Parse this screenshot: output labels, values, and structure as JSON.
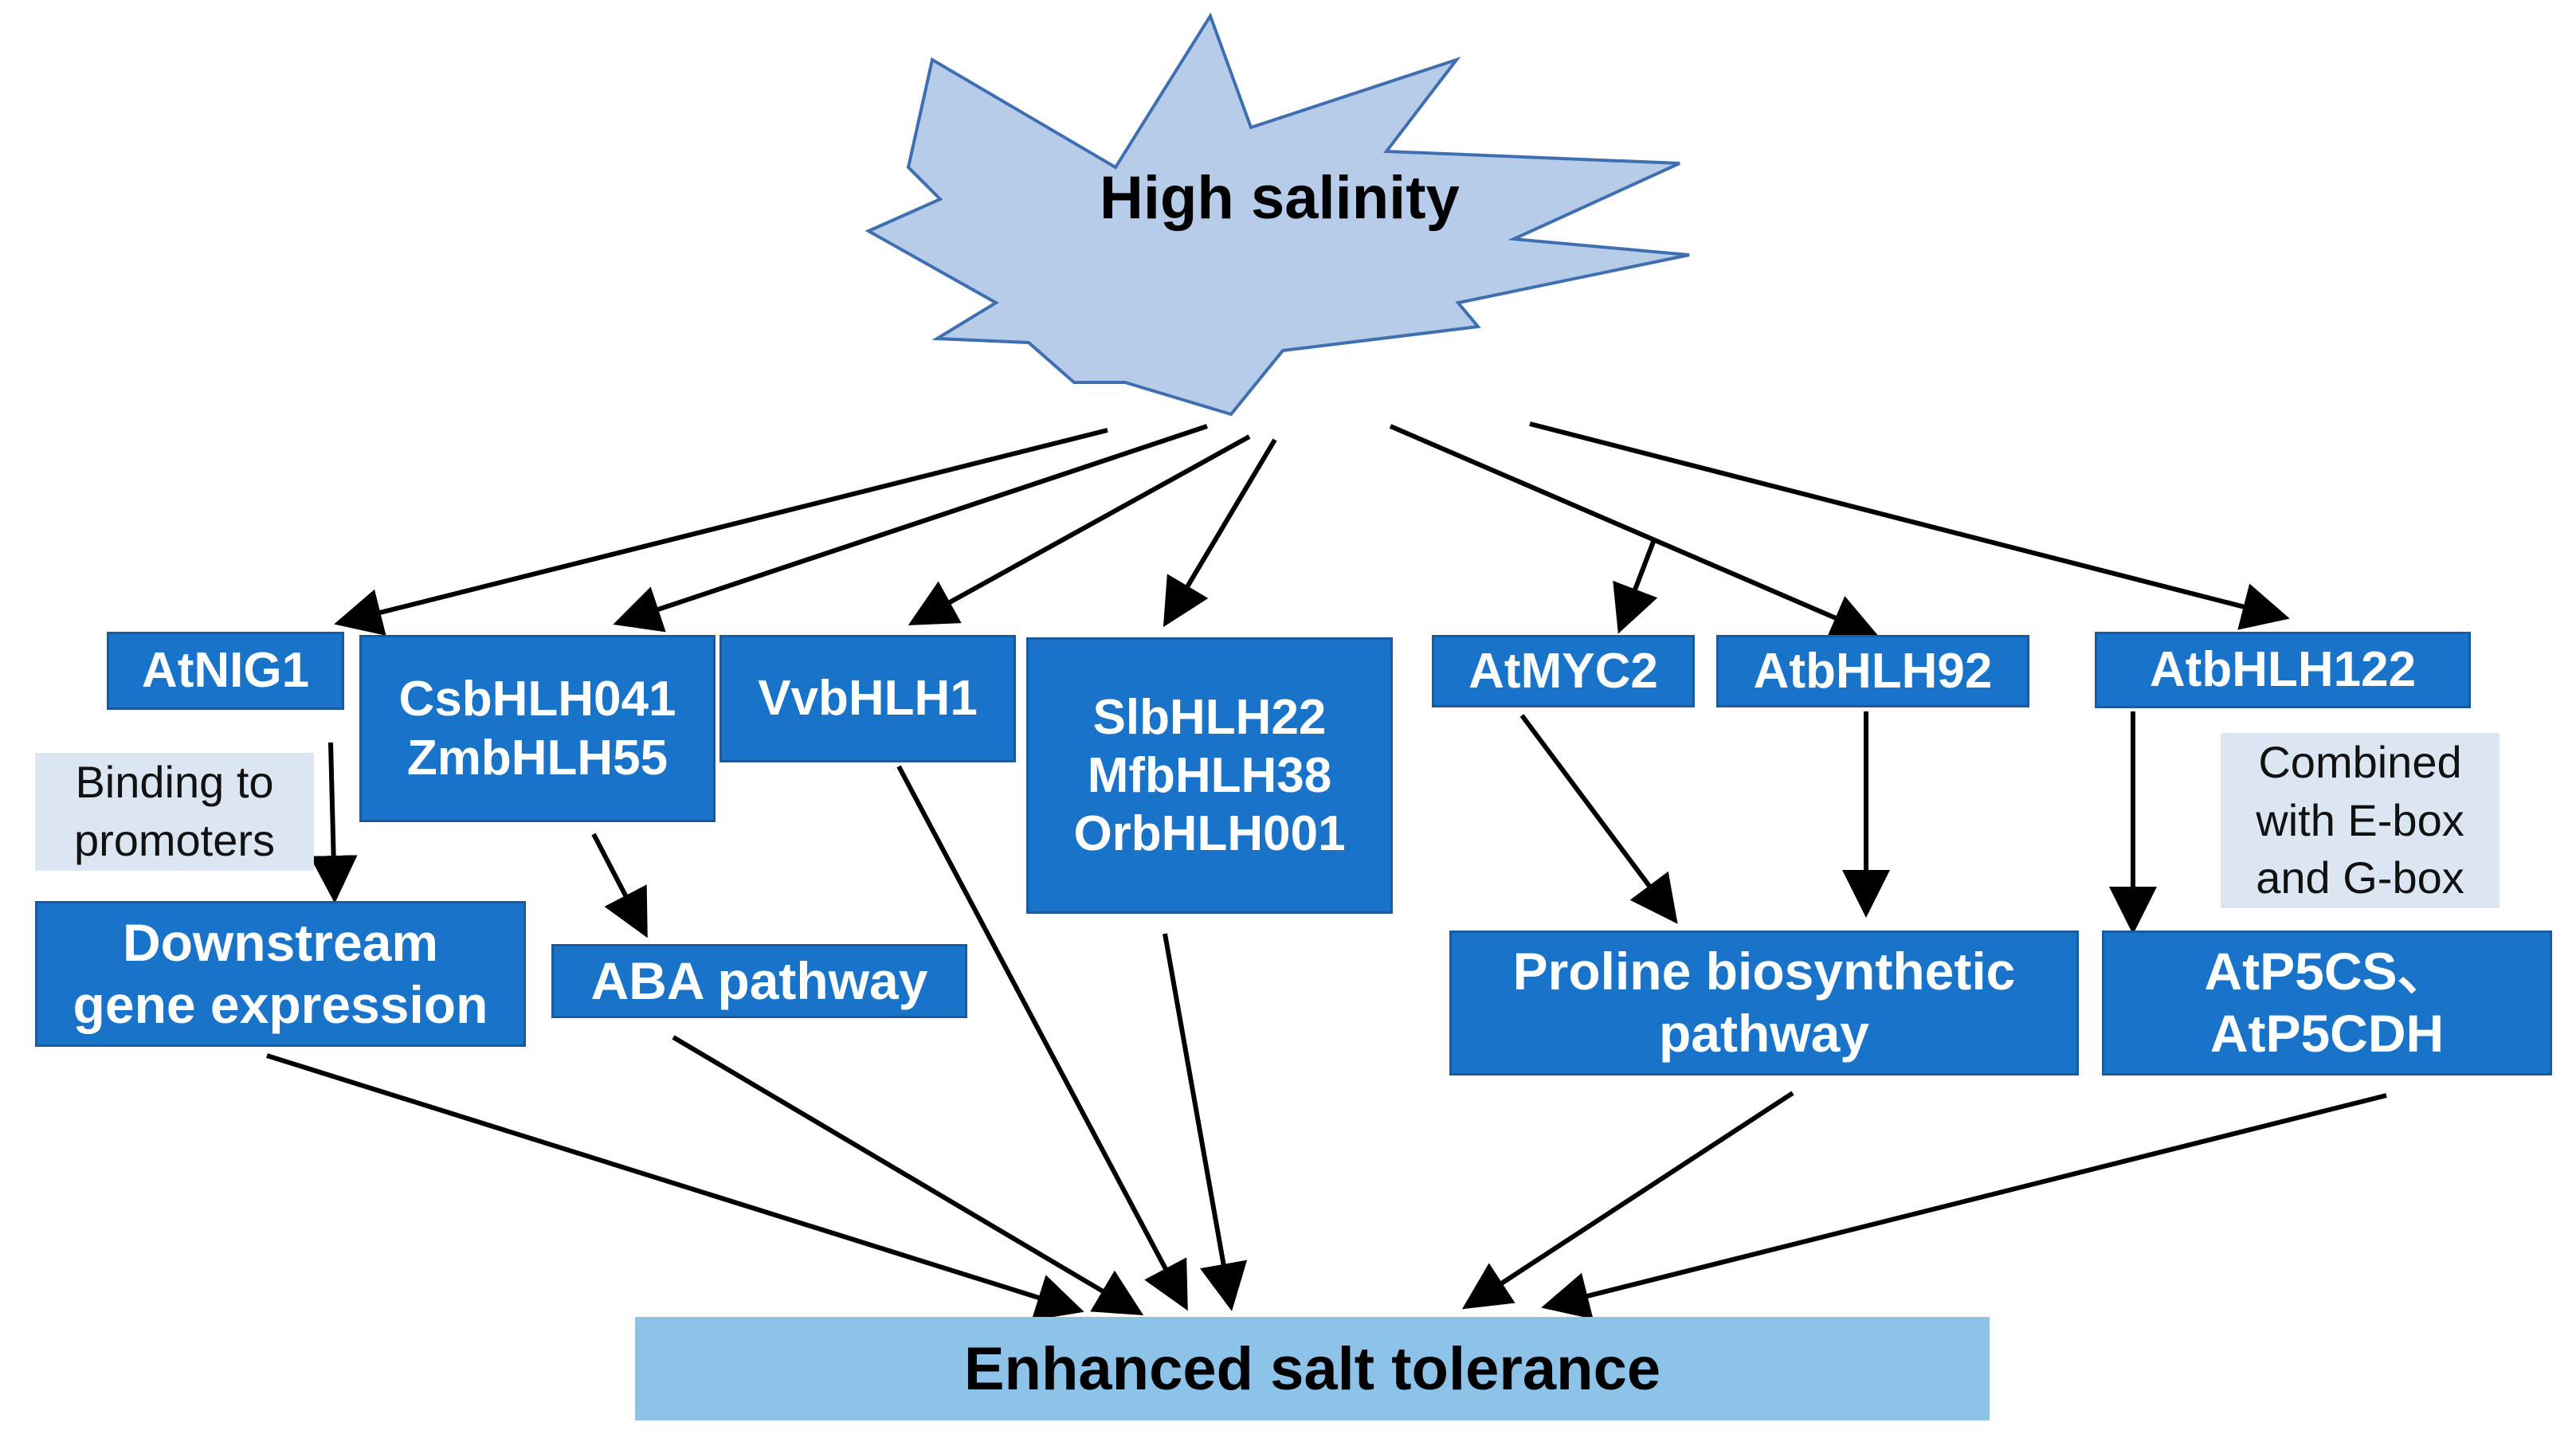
{
  "stress": {
    "label": "High salinity"
  },
  "genes": {
    "atnig1": [
      "AtNIG1"
    ],
    "csb_zmb": [
      "CsbHLH041",
      "ZmbHLH55"
    ],
    "vvbhlh1": [
      "VvbHLH1"
    ],
    "sl_mf_or": [
      "SlbHLH22",
      "MfbHLH38",
      "OrbHLH001"
    ],
    "atmyc2": [
      "AtMYC2"
    ],
    "atbhlh92": [
      "AtbHLH92"
    ],
    "atbhlh122": [
      "AtbHLH122"
    ]
  },
  "pathways": {
    "downstream": [
      "Downstream",
      "gene expression"
    ],
    "aba": [
      "ABA pathway"
    ],
    "proline": [
      "Proline biosynthetic",
      "pathway"
    ],
    "p5cs": [
      "AtP5CS、",
      "AtP5CDH"
    ]
  },
  "notes": {
    "binding": [
      "Binding to",
      "promoters"
    ],
    "combined": [
      "Combined",
      "with E-box",
      "and G-box"
    ]
  },
  "outcome": {
    "label": "Enhanced salt tolerance"
  },
  "colors": {
    "star_fill": "#B7CCE8",
    "star_stroke": "#3F6FB0",
    "box_fill": "#1873C9",
    "note_fill": "#DCE6F2",
    "outcome_fill": "#8DC3E8",
    "arrow": "#000000"
  }
}
